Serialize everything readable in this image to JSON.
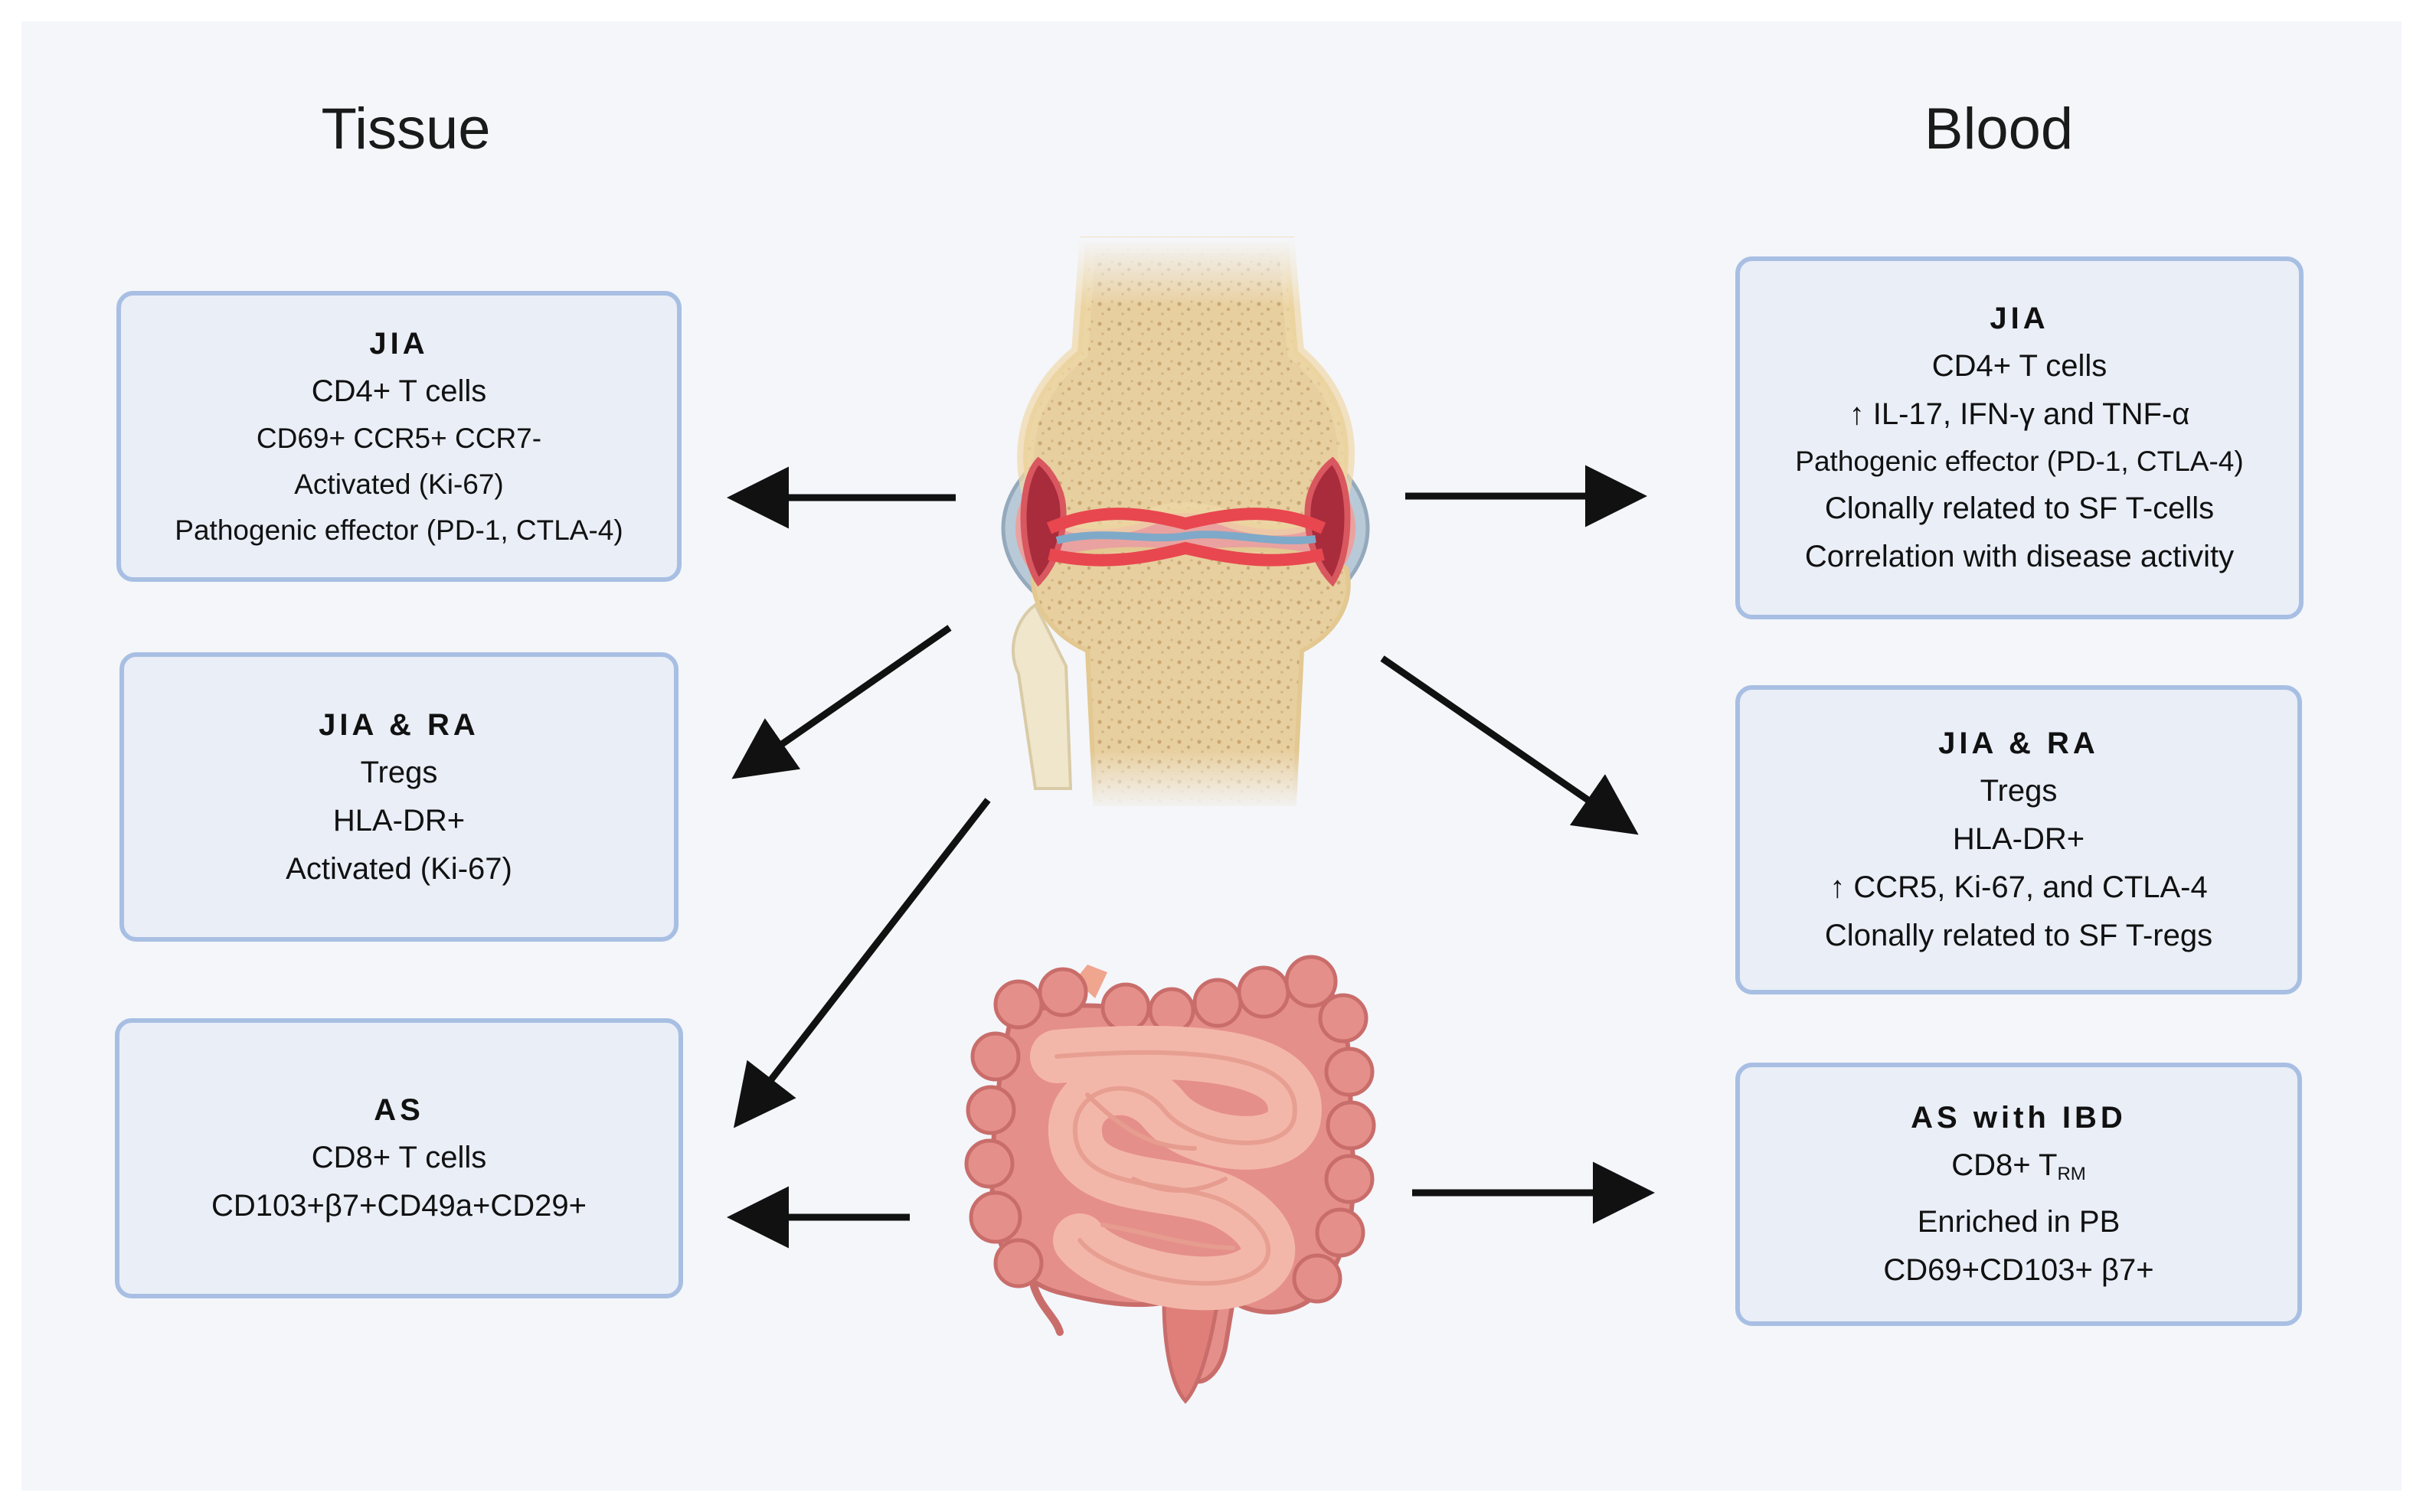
{
  "headings": {
    "tissue": "Tissue",
    "blood": "Blood"
  },
  "tissue_boxes": [
    {
      "title": "JIA",
      "lines": [
        "CD4+ T cells",
        "CD69+ CCR5+ CCR7-",
        "Activated (Ki-67)",
        "Pathogenic effector (PD-1, CTLA-4)"
      ]
    },
    {
      "title": "JIA & RA",
      "lines": [
        "Tregs",
        "HLA-DR+",
        "Activated (Ki-67)"
      ]
    },
    {
      "title": "AS",
      "lines": [
        "CD8+ T cells",
        "CD103+β7+CD49a+CD29+"
      ]
    }
  ],
  "blood_boxes": [
    {
      "title": "JIA",
      "lines": [
        "CD4+ T cells",
        "↑ IL-17, IFN-γ and TNF-α",
        "Pathogenic effector (PD-1, CTLA-4)",
        "Clonally related to SF T-cells",
        "Correlation with disease activity"
      ]
    },
    {
      "title": "JIA & RA",
      "lines": [
        "Tregs",
        "HLA-DR+",
        "↑ CCR5, Ki-67, and CTLA-4",
        "Clonally related to SF T-regs"
      ]
    },
    {
      "title": "AS with IBD",
      "trm_prefix": "CD8+ T",
      "trm_sub": "RM",
      "lines": [
        "Enriched in PB",
        "CD69+CD103+ β7+"
      ]
    }
  ],
  "illustrations": [
    "knee-joint-icon",
    "intestine-icon"
  ]
}
